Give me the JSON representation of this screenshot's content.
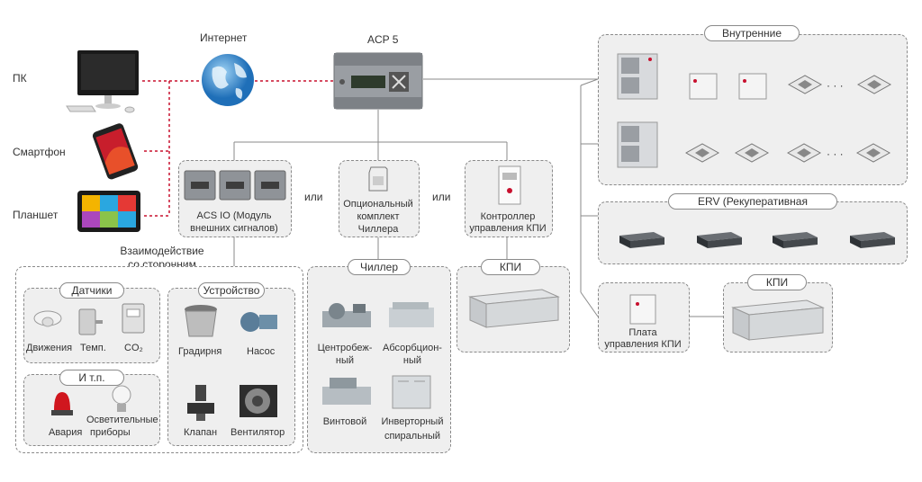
{
  "left_devices": {
    "pc": "ПК",
    "smartphone": "Смартфон",
    "tablet": "Планшет"
  },
  "internet": "Интернет",
  "acp": "ACP 5",
  "or1": "или",
  "or2": "или",
  "acs_io": [
    "ACS IO (Модуль",
    "внешних сигналов)"
  ],
  "chiller_kit": [
    "Опциональный",
    "комплект",
    "Чиллера"
  ],
  "ahu_controller": [
    "Контроллер",
    "управления КПИ"
  ],
  "third_party": [
    "Взаимодействие",
    "со сторонним"
  ],
  "sensors": {
    "title": "Датчики",
    "items": [
      "Движения",
      "Темп.",
      "CO₂"
    ]
  },
  "etc": {
    "title": "И т.п.",
    "items": [
      "Авария",
      "Осветительные",
      "приборы"
    ]
  },
  "equipment": {
    "title": "Устройство",
    "items": [
      "Градирня",
      "Насос",
      "Клапан",
      "Вентилятор"
    ]
  },
  "chiller": {
    "title": "Чиллер",
    "items": [
      [
        "Центробеж-",
        "ный"
      ],
      [
        "Абсорбцион-",
        "ный"
      ],
      [
        "Винтовой"
      ],
      [
        "Инверторный",
        "спиральный"
      ]
    ]
  },
  "ahu_left": "КПИ",
  "indoor": {
    "title": "Внутренние",
    "ellipsis": "· · ·"
  },
  "erv": {
    "title": "ERV (Рекуперативная"
  },
  "ahu_board": [
    "Плата",
    "управления КПИ"
  ],
  "ahu_right": "КПИ",
  "colors": {
    "red_link": "#c8102e",
    "line": "#8a8a8a",
    "box_bg": "#efefef"
  }
}
